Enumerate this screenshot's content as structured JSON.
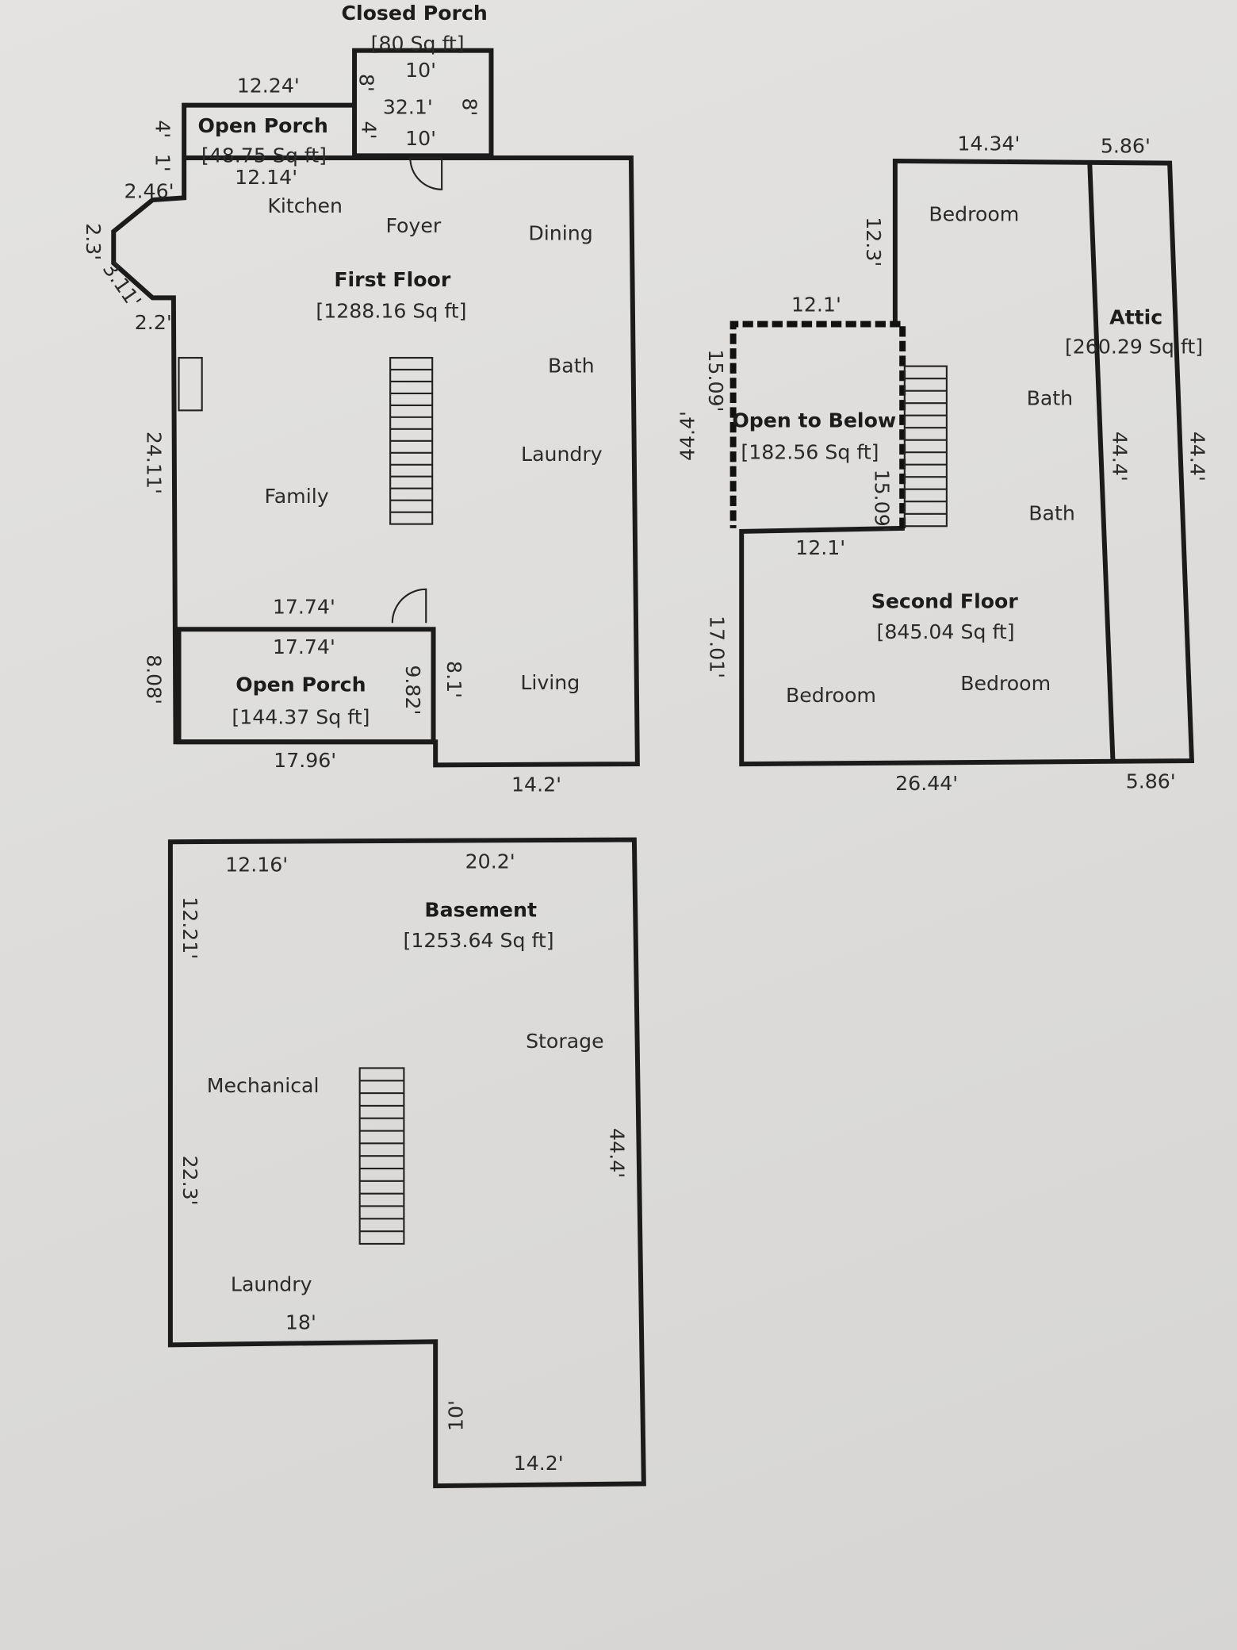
{
  "first_floor": {
    "title": "First Floor",
    "area": "[1288.16 Sq ft]",
    "rooms": {
      "kitchen": "Kitchen",
      "foyer": "Foyer",
      "dining": "Dining",
      "bath": "Bath",
      "laundry": "Laundry",
      "family": "Family",
      "living": "Living"
    },
    "closed_porch": {
      "title": "Closed Porch",
      "area": "[80 Sq ft]",
      "dims": [
        "10'",
        "8'",
        "32.1'",
        "8'",
        "4'",
        "10'"
      ]
    },
    "open_porch_top": {
      "title": "Open Porch",
      "area": "[48.75 Sq ft]",
      "dims": [
        "12.24'",
        "12.14'",
        "4'",
        "1'",
        "2.46'"
      ]
    },
    "open_porch_bottom": {
      "title": "Open Porch",
      "area": "[144.37 Sq ft]",
      "dims": [
        "17.74'",
        "17.74'",
        "9.82'",
        "8.1'",
        "17.96'",
        "8.08'"
      ]
    },
    "dims": {
      "bay1": "2.3'",
      "bay2": "3.11'",
      "bay3": "2.2'",
      "left": "24.11'",
      "bottom_right": "14.2'"
    }
  },
  "second_floor": {
    "title": "Second Floor",
    "area": "[845.04 Sq ft]",
    "rooms": {
      "bedroom_top": "Bedroom",
      "bath1": "Bath",
      "bath2": "Bath",
      "bedroom_left": "Bedroom",
      "bedroom_right": "Bedroom"
    },
    "open_to_below": {
      "title": "Open to Below",
      "area": "[182.56 Sq ft]",
      "dims": [
        "12.1'",
        "15.09'",
        "15.09'",
        "12.1'"
      ]
    },
    "attic": {
      "title": "Attic",
      "area": "[260.29 Sq ft]",
      "dims": [
        "5.86'",
        "44.4'",
        "44.4'",
        "5.86'"
      ]
    },
    "dims": {
      "top": "14.34'",
      "left_upper": "12.3'",
      "left_total": "44.4'",
      "left_lower": "17.01'",
      "bottom": "26.44'"
    }
  },
  "basement": {
    "title": "Basement",
    "area": "[1253.64 Sq ft]",
    "rooms": {
      "storage": "Storage",
      "mechanical": "Mechanical",
      "laundry": "Laundry"
    },
    "dims": {
      "top_left": "12.16'",
      "top_right": "20.2'",
      "left_upper": "12.21'",
      "left_lower": "22.3'",
      "right": "44.4'",
      "bottom_left": "18'",
      "notch": "10'",
      "bottom_right": "14.2'"
    }
  }
}
